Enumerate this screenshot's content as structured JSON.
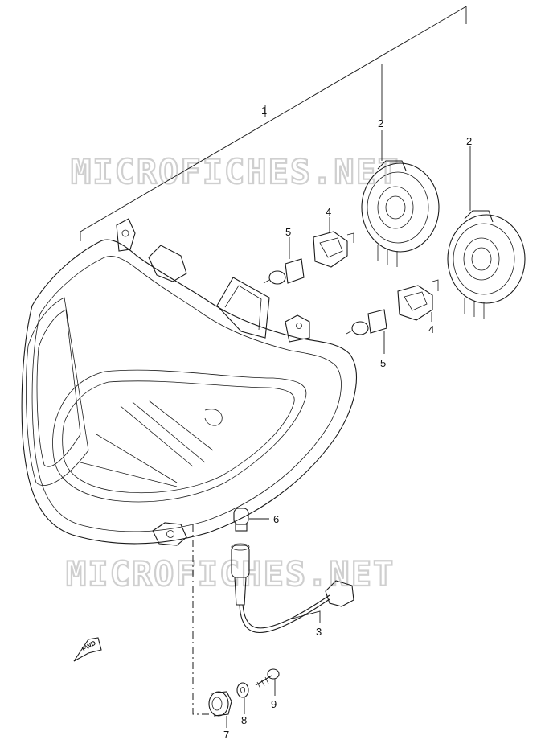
{
  "watermark": {
    "text": "MICROFICHES.NET"
  },
  "callouts": [
    {
      "id": "c1",
      "label": "1"
    },
    {
      "id": "c2a",
      "label": "2"
    },
    {
      "id": "c2b",
      "label": "2"
    },
    {
      "id": "c3",
      "label": "3"
    },
    {
      "id": "c4a",
      "label": "4"
    },
    {
      "id": "c4b",
      "label": "4"
    },
    {
      "id": "c5a",
      "label": "5"
    },
    {
      "id": "c5b",
      "label": "5"
    },
    {
      "id": "c6",
      "label": "6"
    },
    {
      "id": "c7",
      "label": "7"
    },
    {
      "id": "c8",
      "label": "8"
    },
    {
      "id": "c9",
      "label": "9"
    }
  ],
  "direction_marker": {
    "label": "FWD"
  }
}
